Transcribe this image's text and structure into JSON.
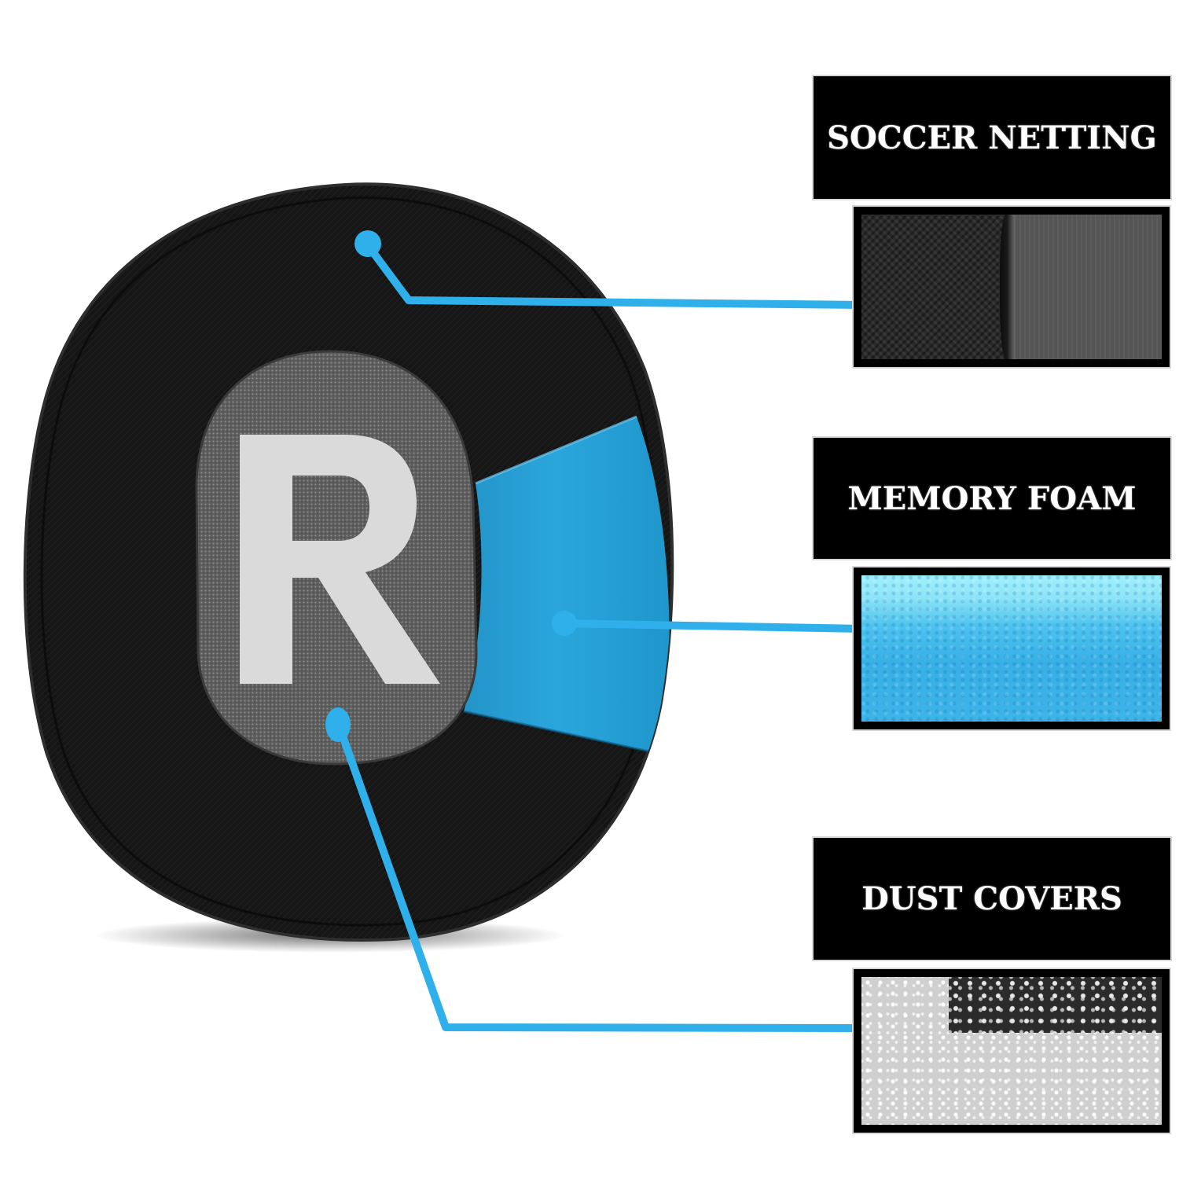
{
  "product": {
    "side_letter": "R",
    "colors": {
      "accent_blue": "#2fb0ea",
      "foam_blue": "#2aa3d8",
      "pad_black": "#141414",
      "cover_gray": "#6b6b6b",
      "label_bg": "#000000",
      "label_text": "#ffffff"
    }
  },
  "callouts": [
    {
      "id": "soccer-netting",
      "label": "SOCCER NETTING",
      "swatch": "black fabric netting texture"
    },
    {
      "id": "memory-foam",
      "label": "MEMORY FOAM",
      "swatch": "light blue foam texture"
    },
    {
      "id": "dust-covers",
      "label": "DUST COVERS",
      "swatch": "gray woven fabric texture"
    }
  ]
}
